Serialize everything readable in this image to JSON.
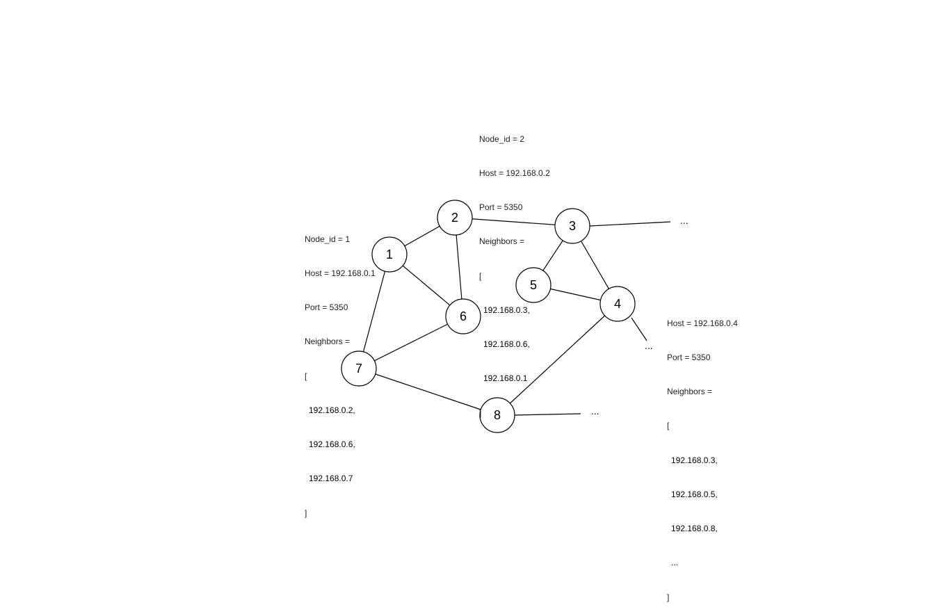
{
  "nodes": [
    {
      "id": "1",
      "label": "1"
    },
    {
      "id": "2",
      "label": "2"
    },
    {
      "id": "3",
      "label": "3"
    },
    {
      "id": "4",
      "label": "4"
    },
    {
      "id": "5",
      "label": "5"
    },
    {
      "id": "6",
      "label": "6"
    },
    {
      "id": "7",
      "label": "7"
    },
    {
      "id": "8",
      "label": "8"
    }
  ],
  "edges": [
    [
      "1",
      "2"
    ],
    [
      "1",
      "6"
    ],
    [
      "1",
      "7"
    ],
    [
      "2",
      "6"
    ],
    [
      "2",
      "3"
    ],
    [
      "3",
      "5"
    ],
    [
      "3",
      "4"
    ],
    [
      "5",
      "4"
    ],
    [
      "6",
      "7"
    ],
    [
      "7",
      "8"
    ],
    [
      "8",
      "4"
    ]
  ],
  "ellipsis_text": "...",
  "info_boxes": {
    "node2": {
      "node_id": "Node_id = 2",
      "host": "Host = 192.168.0.2",
      "port": "Port = 5350",
      "neighbors_label": "Neighbors =",
      "open_bracket": "[",
      "neighbors": [
        "192.168.0.3,",
        "192.168.0.6,",
        "192.168.0.1"
      ],
      "close_bracket": "]"
    },
    "node1": {
      "node_id": "Node_id = 1",
      "host": "Host = 192.168.0.1",
      "port": "Port = 5350",
      "neighbors_label": "Neighbors =",
      "open_bracket": "[",
      "neighbors": [
        "192.168.0.2,",
        "192.168.0.6,",
        "192.168.0.7"
      ],
      "close_bracket": "]"
    },
    "node4": {
      "host": "Host = 192.168.0.4",
      "port": "Port = 5350",
      "neighbors_label": "Neighbors =",
      "open_bracket": "[",
      "neighbors": [
        "192.168.0.3,",
        "192.168.0.5,",
        "192.168.0.8,",
        "..."
      ],
      "close_bracket": "]"
    }
  }
}
